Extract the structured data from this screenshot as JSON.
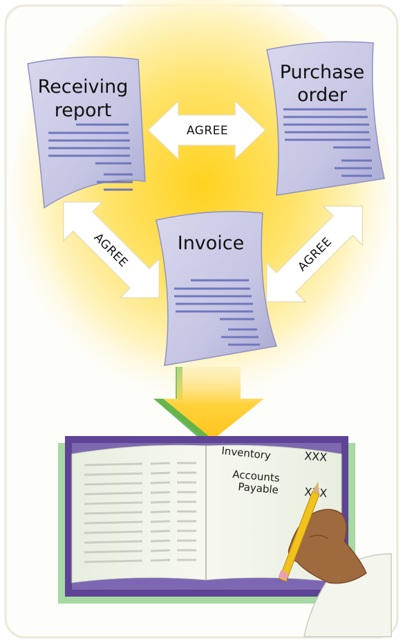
{
  "documents": {
    "receiving_report": {
      "line1": "Receiving",
      "line2": "report"
    },
    "purchase_order": {
      "line1": "Purchase",
      "line2": "order"
    },
    "invoice": {
      "title": "Invoice"
    }
  },
  "arrows": {
    "top": "AGREE",
    "left": "AGREE",
    "right": "AGREE"
  },
  "ledger": {
    "entry1_account": "Inventory",
    "entry1_amount": "XXX",
    "entry2_account_line1": "Accounts",
    "entry2_account_line2": "Payable",
    "entry2_amount": "XXX"
  },
  "colors": {
    "background_glow": "#FFD21F",
    "document_fill": "#C9C9E6",
    "document_lines": "#6F76BE",
    "book_cover": "#5E4396",
    "book_shadow": "#A7D9A2",
    "arrow_fill": "#FFFFFF",
    "flow_arrow": "#FFC71E",
    "hand": "#A06A3F",
    "sleeve": "#F4F6EE"
  }
}
